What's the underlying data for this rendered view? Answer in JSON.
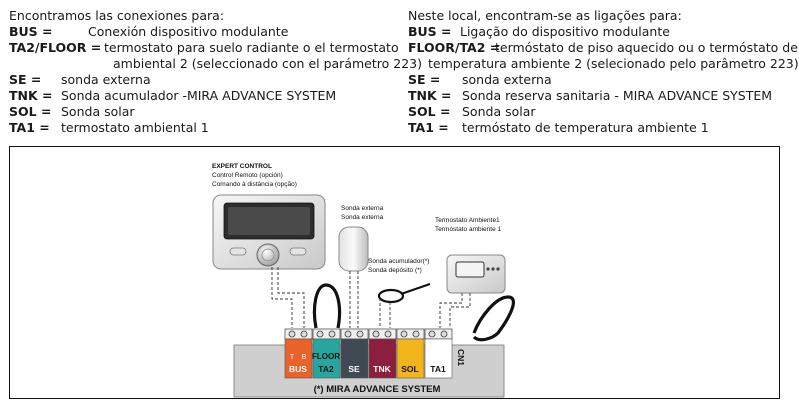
{
  "spanish": {
    "intro": "Encontramos las conexiones para:",
    "rows": [
      {
        "key": "BUS =",
        "value": "Conexión dispositivo modulante"
      },
      {
        "key": "TA2/FLOOR =",
        "value": "termostato para suelo radiante o el termostato"
      },
      {
        "key": "",
        "value": "ambiental 2 (seleccionado con el parámetro 223)"
      },
      {
        "key": "SE =",
        "value": "sonda externa"
      },
      {
        "key": "TNK =",
        "value": "Sonda acumulador -MIRA ADVANCE SYSTEM"
      },
      {
        "key": "SOL =",
        "value": "Sonda solar"
      },
      {
        "key": "TA1 =",
        "value": "termostato ambiental 1"
      }
    ]
  },
  "portuguese": {
    "intro": "Neste local, encontram-se as ligações para:",
    "rows": [
      {
        "key": "BUS =",
        "value": "Ligação do dispositivo modulante"
      },
      {
        "key": "FLOOR/TA2 =",
        "value": "termóstato de piso aquecido ou o termóstato de"
      },
      {
        "key": "",
        "value": "temperatura ambiente 2 (selecionado pelo parâmetro 223)"
      },
      {
        "key": "SE =",
        "value": "sonda externa"
      },
      {
        "key": "TNK =",
        "value": "Sonda reserva sanitaria - MIRA ADVANCE SYSTEM"
      },
      {
        "key": "SOL =",
        "value": "Sonda solar"
      },
      {
        "key": "TA1 =",
        "value": "termóstato de temperatura ambiente 1"
      }
    ]
  },
  "diagram": {
    "expert_title": "EXPERT CONTROL",
    "expert_es": "Control Remoto (opción)",
    "expert_pt": "Comando à distância (opção)",
    "probe_es": "Sonda externa",
    "probe_pt": "Sonda externa",
    "thermostat_es": "Termostato Ambiente1",
    "thermostat_pt": "Termóstato ambiente 1",
    "tank_es": "Sonda acumulador(*)",
    "tank_pt": "Sonda depósito (*)",
    "terminal_bus_t": "T",
    "terminal_bus_b": "B",
    "terminal_bus": "BUS",
    "terminal_floor": "FLOOR",
    "terminal_ta2": "TA2",
    "terminal_se": "SE",
    "terminal_tnk": "TNK",
    "terminal_sol": "SOL",
    "terminal_ta1": "TA1",
    "connector": "CN1",
    "footer": "(*) MIRA ADVANCE SYSTEM",
    "colors": {
      "bus": "#e8622a",
      "floor": "#27a6a0",
      "se": "#3f4a52",
      "tnk": "#8b1f3d",
      "sol": "#f2b51c",
      "ta1": "#ffffff",
      "board": "#cfcfcf"
    }
  }
}
